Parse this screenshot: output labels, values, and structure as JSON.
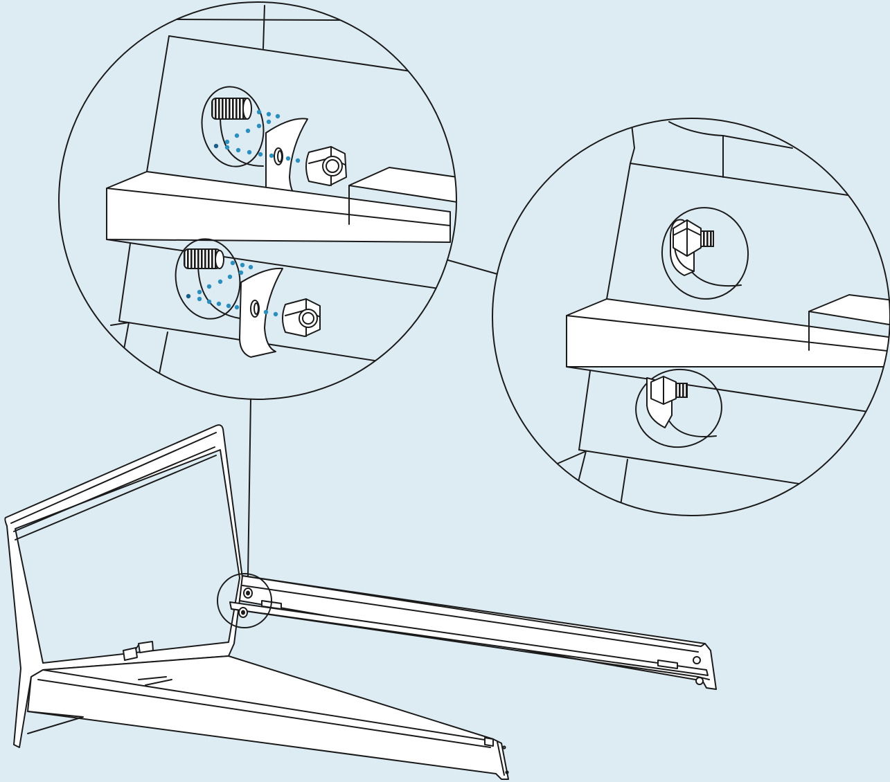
{
  "figure": {
    "kind": "assembly-instruction",
    "line_color": "#1a1a1a",
    "background_color": "#ddebf3",
    "accent_color": "#2a8fbd",
    "panels": [
      {
        "name": "zoom-detail-exploded",
        "icon": "bolt-clip-nut-exploded"
      },
      {
        "name": "zoom-detail-assembled",
        "icon": "bolt-clip-nut-assembled"
      },
      {
        "name": "overview",
        "icon": "bed-frame-headboard-with-side-rails"
      }
    ]
  }
}
